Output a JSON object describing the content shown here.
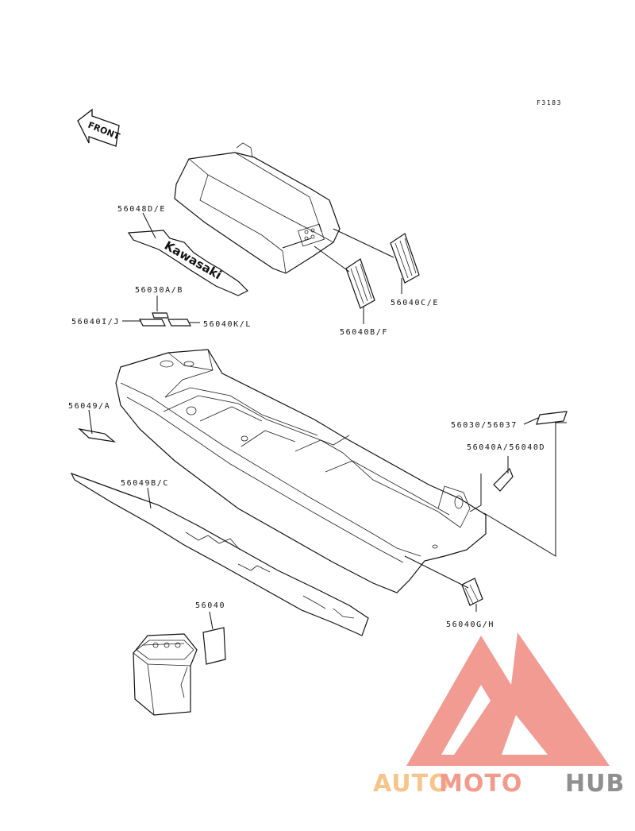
{
  "figure_id": "F3183",
  "front_arrow_text": "FRONT",
  "decal_brand_text": "Kawasaki",
  "labels": {
    "p56048DE": "56048D/E",
    "p56030AB": "56030A/B",
    "p56040IJ": "56040I/J",
    "p56040KL": "56040K/L",
    "p56040CE": "56040C/E",
    "p56040BF": "56040B/F",
    "p56049A": "56049/A",
    "p56049BC": "56049B/C",
    "p56030_56037": "56030/56037",
    "p56040A_56040D": "56040A/56040D",
    "p56040GH": "56040G/H",
    "p56040": "56040"
  },
  "watermark": {
    "part1": "AUTO",
    "part2": "MOTO",
    "part3": "HUB",
    "colors": {
      "auto": "#f7c58a",
      "moto": "#f39a8c",
      "hub": "#8f8f8f",
      "triangle": "#f08a80"
    }
  }
}
